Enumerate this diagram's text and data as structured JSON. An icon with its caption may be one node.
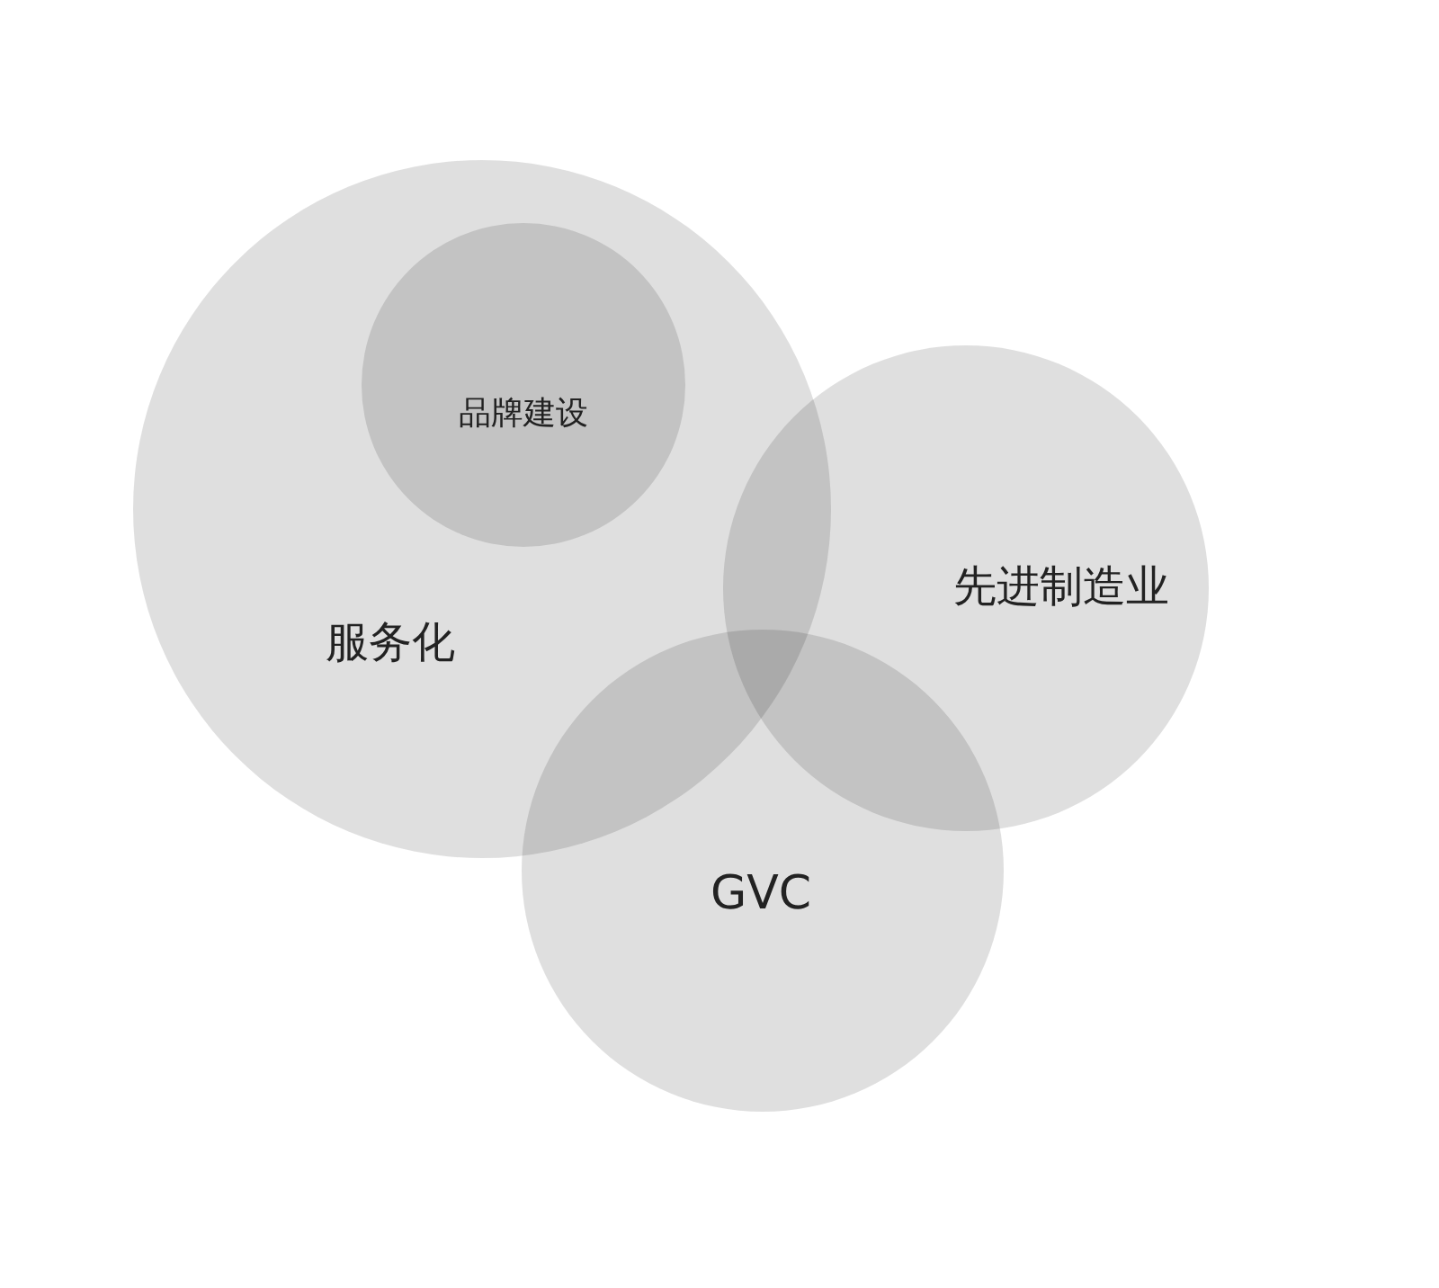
{
  "diagram": {
    "nodes": [
      {
        "text": [
          "服务化"
        ]
      },
      {
        "text": [
          "品牌建设"
        ],
        "in": 0
      },
      {
        "text": [
          "先进制造业"
        ]
      },
      {
        "text": [
          "GVC"
        ]
      }
    ]
  }
}
